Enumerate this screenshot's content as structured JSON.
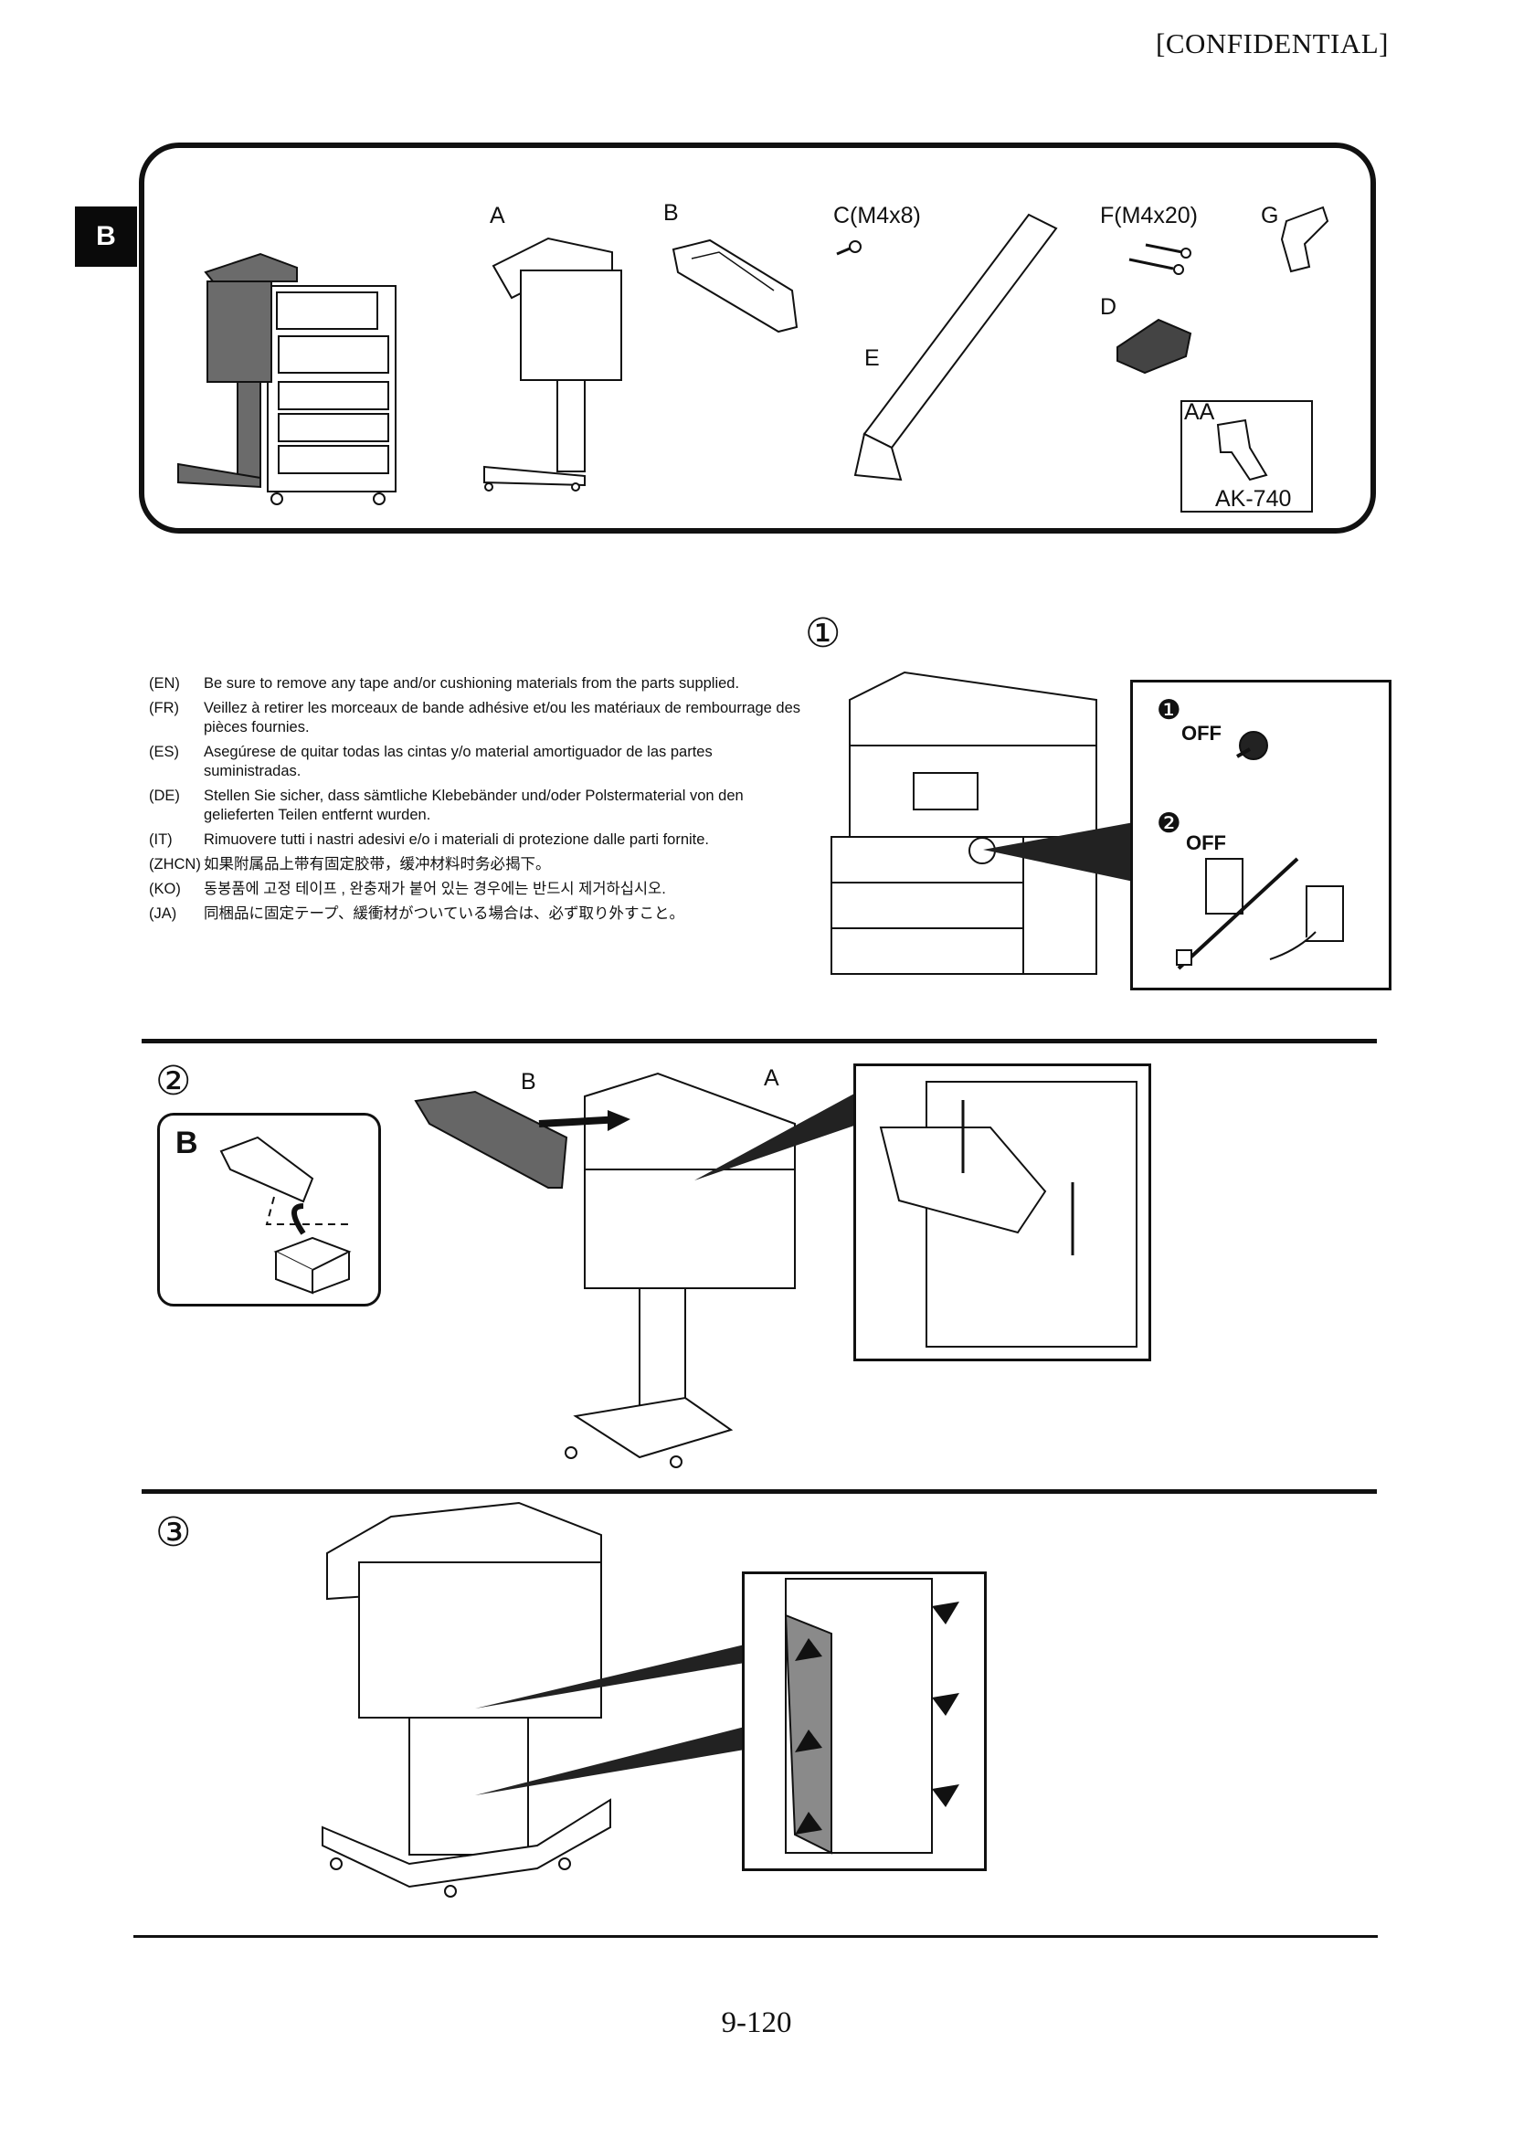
{
  "header": {
    "confidential": "[CONFIDENTIAL]"
  },
  "side_tab": {
    "label": "B"
  },
  "parts": {
    "labels": {
      "a": "A",
      "b": "B",
      "c": "C(M4x8)",
      "f": "F(M4x20)",
      "g": "G",
      "d": "D",
      "e": "E",
      "aa": "AA",
      "ak": "AK-740"
    }
  },
  "step1": {
    "number": "①",
    "notes": [
      {
        "code": "(EN)",
        "text": "Be sure to remove any tape and/or cushioning materials from the parts supplied."
      },
      {
        "code": "(FR)",
        "text": "Veillez à retirer les morceaux de bande adhésive et/ou les matériaux de rembourrage des pièces fournies."
      },
      {
        "code": "(ES)",
        "text": "Asegúrese de quitar todas las cintas y/o material amortiguador de las partes suministradas."
      },
      {
        "code": "(DE)",
        "text": "Stellen Sie sicher, dass sämtliche Klebebänder und/oder Polstermaterial von den gelieferten Teilen entfernt wurden."
      },
      {
        "code": "(IT)",
        "text": "Rimuovere tutti i nastri adesivi e/o i materiali di protezione dalle parti fornite."
      },
      {
        "code": "(ZHCN)",
        "text": "如果附属品上带有固定胶带，缓冲材料时务必揭下。"
      },
      {
        "code": "(KO)",
        "text": "동봉품에 고정 테이프 , 완충재가 붙어 있는 경우에는 반드시 제거하십시오."
      },
      {
        "code": "(JA)",
        "text": "同梱品に固定テープ、緩衝材がついている場合は、必ず取り外すこと。"
      }
    ],
    "power_panel": {
      "step1_num": "❶",
      "step1_label": "OFF",
      "step2_num": "❷",
      "step2_label": "OFF"
    }
  },
  "step2": {
    "number": "②",
    "box_label": "B",
    "label_b": "B",
    "label_a": "A"
  },
  "step3": {
    "number": "③"
  },
  "footer": {
    "page_number": "9-120"
  }
}
